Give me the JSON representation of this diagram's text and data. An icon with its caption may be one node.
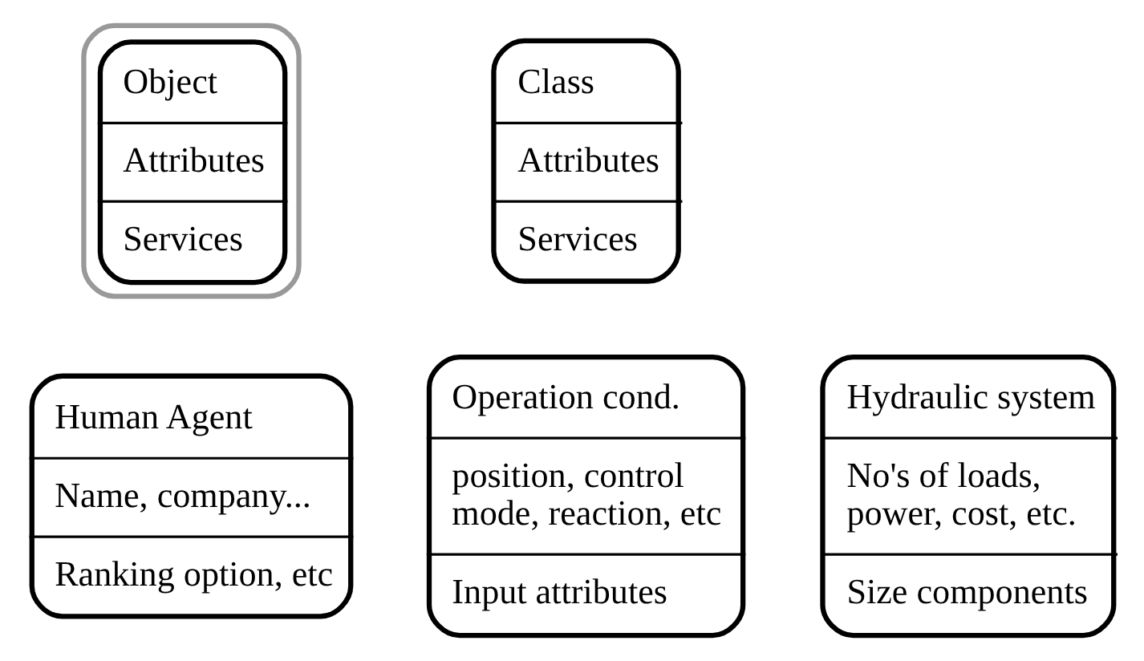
{
  "diagram": {
    "nodes": [
      {
        "text": [
          "Object",
          "Attributes",
          "Services"
        ]
      },
      {
        "text": [
          "Class",
          "Attributes",
          "Services"
        ]
      },
      {
        "text": [
          "Human Agent",
          "Name, company...",
          "Ranking option, etc"
        ]
      },
      {
        "text": [
          "Hydraulic system",
          "No's of loads, power, cost, etc.",
          "Size components"
        ]
      },
      {
        "text": [
          "Operation cond.",
          "position, control mode, reaction, etc",
          "Input attributes"
        ]
      }
    ],
    "edges": []
  }
}
